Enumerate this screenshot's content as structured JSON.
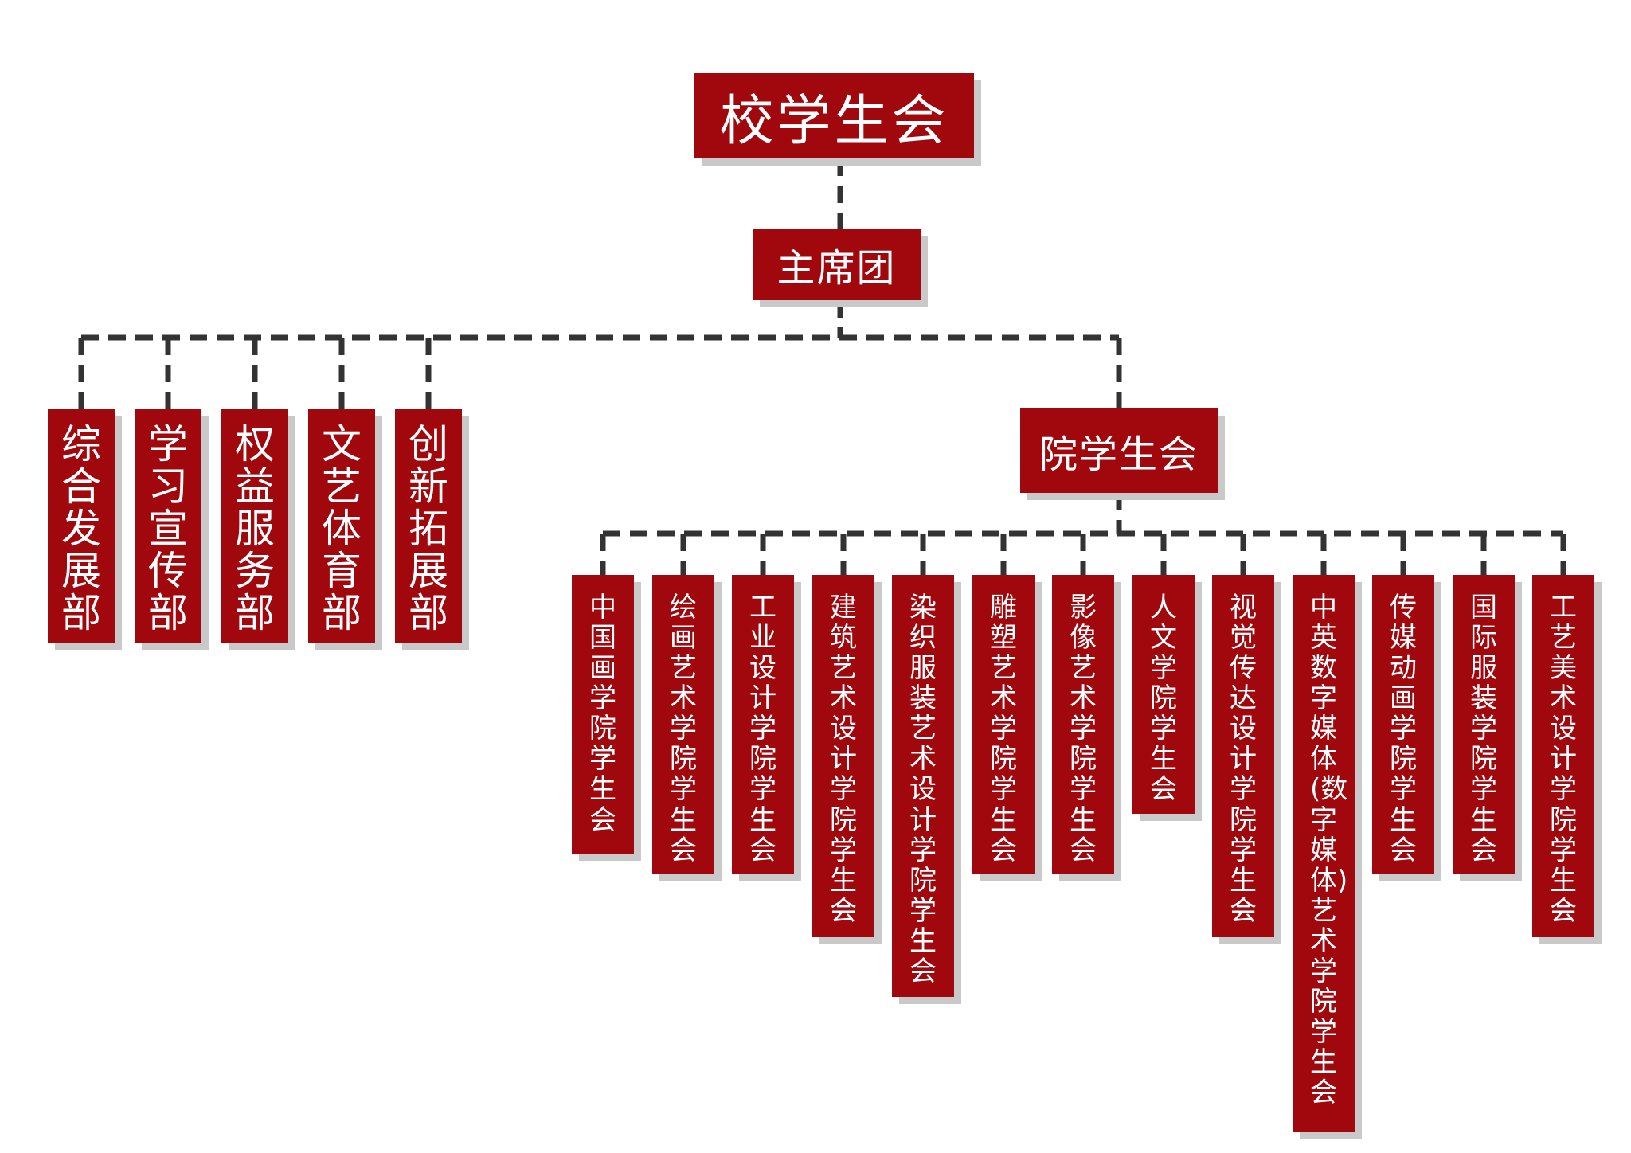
{
  "colors": {
    "box_fill": "#a1080d",
    "box_text": "#ffffff",
    "shadow": "#c9c9c9",
    "connector": "#333333"
  },
  "root": {
    "label": "校学生会"
  },
  "presidium": {
    "label": "主席团"
  },
  "departments": [
    {
      "label": "综合发展部"
    },
    {
      "label": "学习宣传部"
    },
    {
      "label": "权益服务部"
    },
    {
      "label": "文艺体育部"
    },
    {
      "label": "创新拓展部"
    }
  ],
  "college_union": {
    "label": "院学生会"
  },
  "colleges": [
    {
      "label": "中国画学院学生会"
    },
    {
      "label": "绘画艺术学院学生会"
    },
    {
      "label": "工业设计学院学生会"
    },
    {
      "label": "建筑艺术设计学院学生会"
    },
    {
      "label": "染织服装艺术设计学院学生会"
    },
    {
      "label": "雕塑艺术学院学生会"
    },
    {
      "label": "影像艺术学院学生会"
    },
    {
      "label": "人文学院学生会"
    },
    {
      "label": "视觉传达设计学院学生会"
    },
    {
      "label": "中英数字媒体(数字媒体)艺术学院学生会"
    },
    {
      "label": "传媒动画学院学生会"
    },
    {
      "label": "国际服装学院学生会"
    },
    {
      "label": "工艺美术设计学院学生会"
    }
  ]
}
